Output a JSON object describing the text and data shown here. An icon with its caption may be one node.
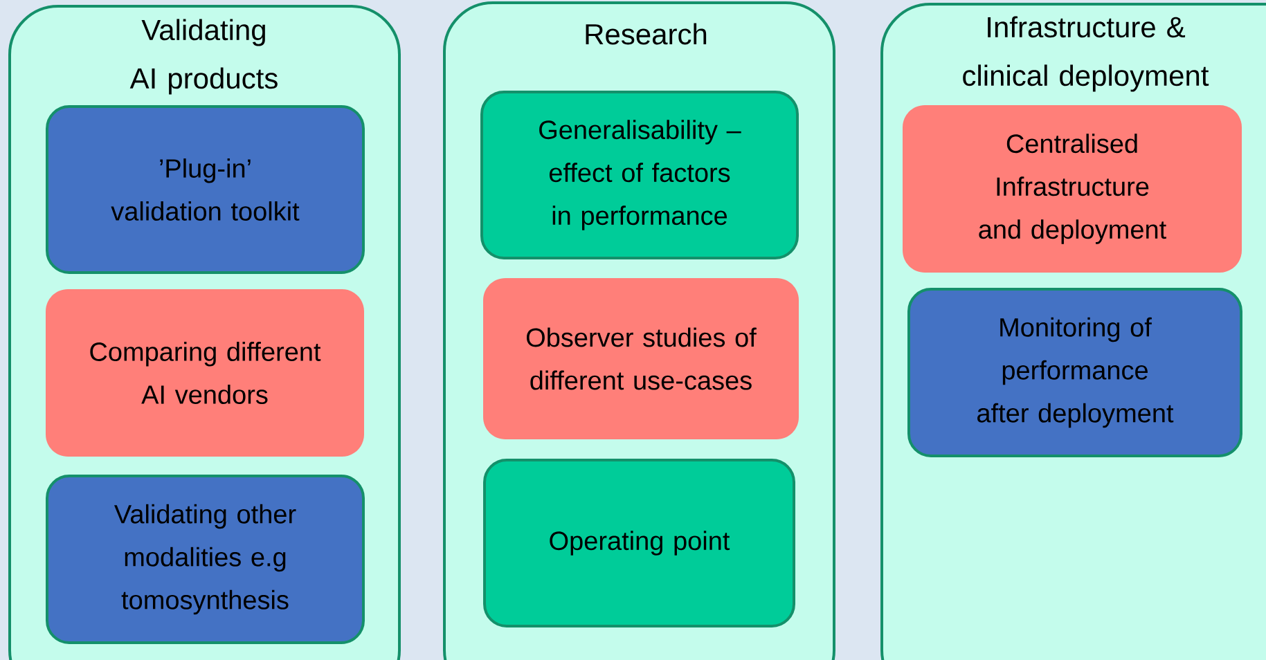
{
  "diagram": {
    "nodes": [
      {
        "text": [
          "Validating AI products"
        ]
      },
      {
        "text": [
          "’Plug-in’ validation toolkit"
        ],
        "in": 0
      },
      {
        "text": [
          "Comparing different AI vendors"
        ],
        "in": 0
      },
      {
        "text": [
          "Validating other modalities e.g tomosynthesis"
        ],
        "in": 0
      },
      {
        "text": [
          "Research"
        ]
      },
      {
        "text": [
          "Generalisability – effect of factors in performance"
        ],
        "in": 4
      },
      {
        "text": [
          "Observer studies of different use-cases"
        ],
        "in": 4
      },
      {
        "text": [
          "Operating point"
        ],
        "in": 4
      },
      {
        "text": [
          "Infrastructure & clinical deployment"
        ]
      },
      {
        "text": [
          "Centralised Infrastructure and deployment"
        ],
        "in": 8
      },
      {
        "text": [
          "Monitoring of performance after deployment"
        ],
        "in": 8
      }
    ]
  }
}
